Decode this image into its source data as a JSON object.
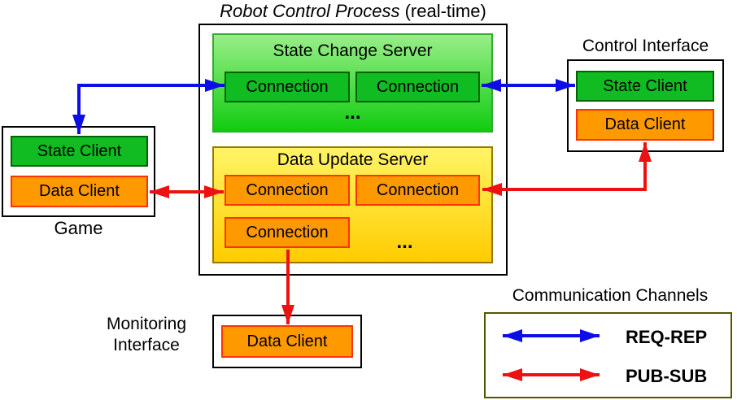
{
  "title": {
    "main": "Robot Control Process",
    "suffix": " (real-time)"
  },
  "servers": {
    "state_change": {
      "title": "State Change Server",
      "connections": [
        "Connection",
        "Connection"
      ],
      "ellipsis": "..."
    },
    "data_update": {
      "title": "Data Update Server",
      "connections": [
        "Connection",
        "Connection",
        "Connection"
      ],
      "ellipsis": "..."
    }
  },
  "game": {
    "label": "Game",
    "state_client": "State Client",
    "data_client": "Data Client"
  },
  "control": {
    "label": "Control Interface",
    "state_client": "State Client",
    "data_client": "Data Client"
  },
  "monitoring": {
    "label": "Monitoring\nInterface",
    "data_client": "Data Client"
  },
  "legend": {
    "title": "Communication Channels",
    "items": [
      {
        "label": "REQ-REP",
        "channel": "blue-double-arrow"
      },
      {
        "label": "PUB-SUB",
        "channel": "red-double-arrow"
      }
    ]
  },
  "colors": {
    "req_rep": "#0d0de8",
    "pub_sub": "#ee1111",
    "green_grad_top": "#99ee88",
    "green_grad_bottom": "#11cc11",
    "green_box_border": "#33aa33",
    "green_fill": "#11bb22",
    "green_border": "#006400",
    "yellow_grad_top": "#fff466",
    "yellow_grad_bottom": "#ffcc00",
    "yellow_border": "#997700",
    "orange_fill": "#ff9900",
    "orange_border": "#ff3300",
    "legend_border": "#555500"
  }
}
